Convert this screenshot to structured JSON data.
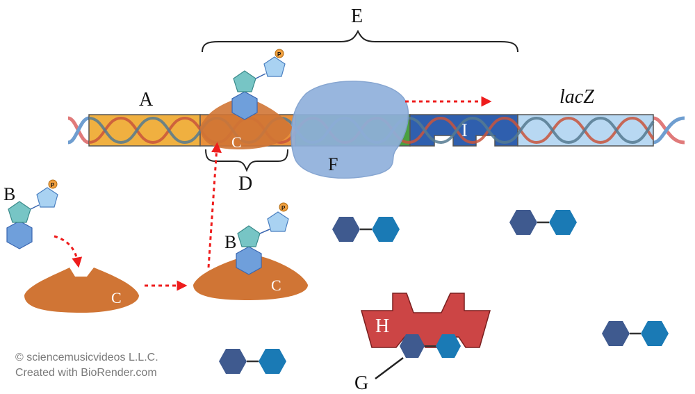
{
  "labels": {
    "a": "A",
    "b_left": "B",
    "b_mid": "B",
    "c_on_dna": "C",
    "c_left": "C",
    "c_mid": "C",
    "d": "D",
    "e": "E",
    "f": "F",
    "g": "G",
    "h": "H",
    "i": "I",
    "lacz": "lacZ",
    "phosphate": "P"
  },
  "credits": {
    "line1": "© sciencemusicvideos L.L.C.",
    "line2": "Created with BioRender.com"
  },
  "colors": {
    "region_a": "#f0b040",
    "region_f": "#4aa040",
    "region_i": "#2f5fae",
    "region_lacz": "#b8d8f2",
    "protein_c": "#d07535",
    "polymerase_f": "#90b0dc",
    "repressor_h": "#cc4545",
    "hexagon_dark": "#3f5a8f",
    "hexagon_light": "#1a7ab5",
    "arrow": "#ee1c1c"
  }
}
